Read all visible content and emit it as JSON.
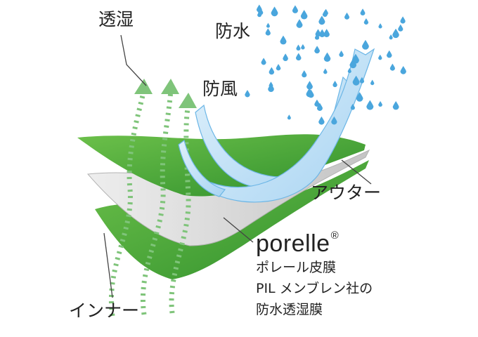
{
  "labels": {
    "breathable": "透湿",
    "waterproof": "防水",
    "windproof": "防風",
    "outer": "アウター",
    "inner": "インナー",
    "membrane_brand": "porelle",
    "membrane_brand_mark": "®",
    "membrane_desc_1": "ポレール皮膜",
    "membrane_desc_2": "PIL メンブレン社の",
    "membrane_desc_3": "防水透湿膜"
  },
  "colors": {
    "layer_green": "#3fa337",
    "layer_green_light": "#6cc04a",
    "membrane_gray": "#d9d9d9",
    "membrane_gray_dark": "#b3b3b3",
    "vapor_green": "#7fc47a",
    "rain_blue": "#4aa6dd",
    "wind_blue": "#bfe0f6",
    "wind_edge": "#6cb6e6",
    "leader_line": "#444444"
  },
  "icons": [
    "raindrop-icon",
    "vapor-arrow-icon",
    "wind-ribbon-icon"
  ]
}
